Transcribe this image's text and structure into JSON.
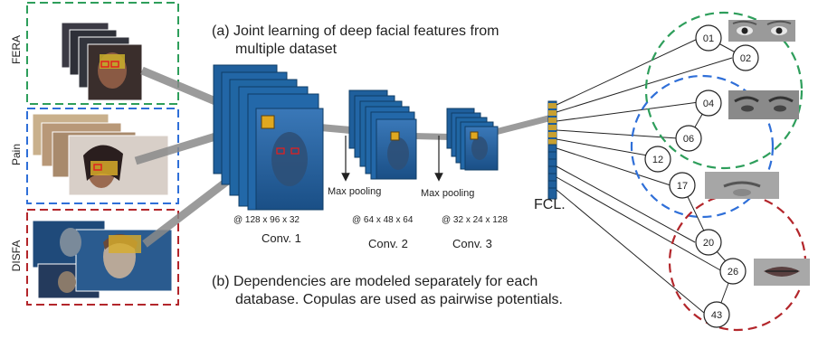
{
  "captions": {
    "a_line1": "(a) Joint learning of deep facial features from",
    "a_line2": "multiple dataset",
    "b_line1": "(b) Dependencies are modeled separately for each",
    "b_line2": "database. Copulas are used as pairwise potentials."
  },
  "datasets": [
    {
      "label": "FERA",
      "color": "#2e9e5b"
    },
    {
      "label": "Pain",
      "color": "#2f6fd8"
    },
    {
      "label": "DISFA",
      "color": "#b3262b"
    }
  ],
  "layers": {
    "conv1": {
      "label": "Conv. 1",
      "dims": "@ 128 x 96 x 32"
    },
    "conv2": {
      "label": "Conv. 2",
      "dims": "@ 64 x 48 x 64"
    },
    "conv3": {
      "label": "Conv. 3",
      "dims": "@ 32 x 24 x 128"
    },
    "pool1": "Max pooling",
    "pool2": "Max pooling",
    "fcl": "FCL."
  },
  "action_units": [
    "01",
    "02",
    "04",
    "06",
    "12",
    "17",
    "20",
    "26",
    "43"
  ],
  "colors": {
    "feature_map": "#1f5f9c",
    "feature_map_edge": "#0f3c66",
    "patch": "#e0a820",
    "arrow": "#8a8a8a"
  }
}
